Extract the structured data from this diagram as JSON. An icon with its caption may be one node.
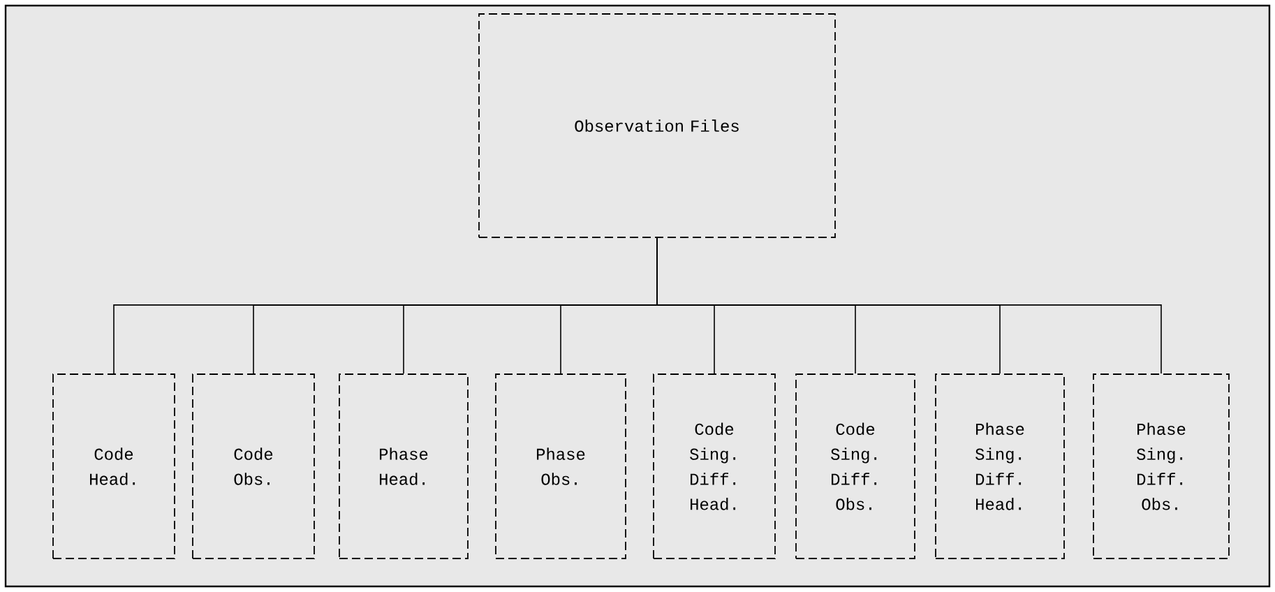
{
  "diagram": {
    "nodes": [
      {
        "text": [
          "Observation Files"
        ]
      },
      {
        "text": [
          "Code Head."
        ]
      },
      {
        "text": [
          "Code Obs."
        ]
      },
      {
        "text": [
          "Phase Head."
        ]
      },
      {
        "text": [
          "Phase Obs."
        ]
      },
      {
        "text": [
          "Code Sing. Diff. Head."
        ]
      },
      {
        "text": [
          "Code Sing. Diff. Obs."
        ]
      },
      {
        "text": [
          "Phase Sing. Diff. Head."
        ]
      },
      {
        "text": [
          "Phase Sing. Diff. Obs."
        ]
      }
    ],
    "edges": [
      {
        "from": 0,
        "to": 1,
        "arrow": "none"
      },
      {
        "from": 0,
        "to": 2,
        "arrow": "none"
      },
      {
        "from": 0,
        "to": 3,
        "arrow": "none"
      },
      {
        "from": 0,
        "to": 4,
        "arrow": "none"
      },
      {
        "from": 0,
        "to": 5,
        "arrow": "none"
      },
      {
        "from": 0,
        "to": 6,
        "arrow": "none"
      },
      {
        "from": 0,
        "to": 7,
        "arrow": "none"
      },
      {
        "from": 0,
        "to": 8,
        "arrow": "none"
      }
    ]
  }
}
